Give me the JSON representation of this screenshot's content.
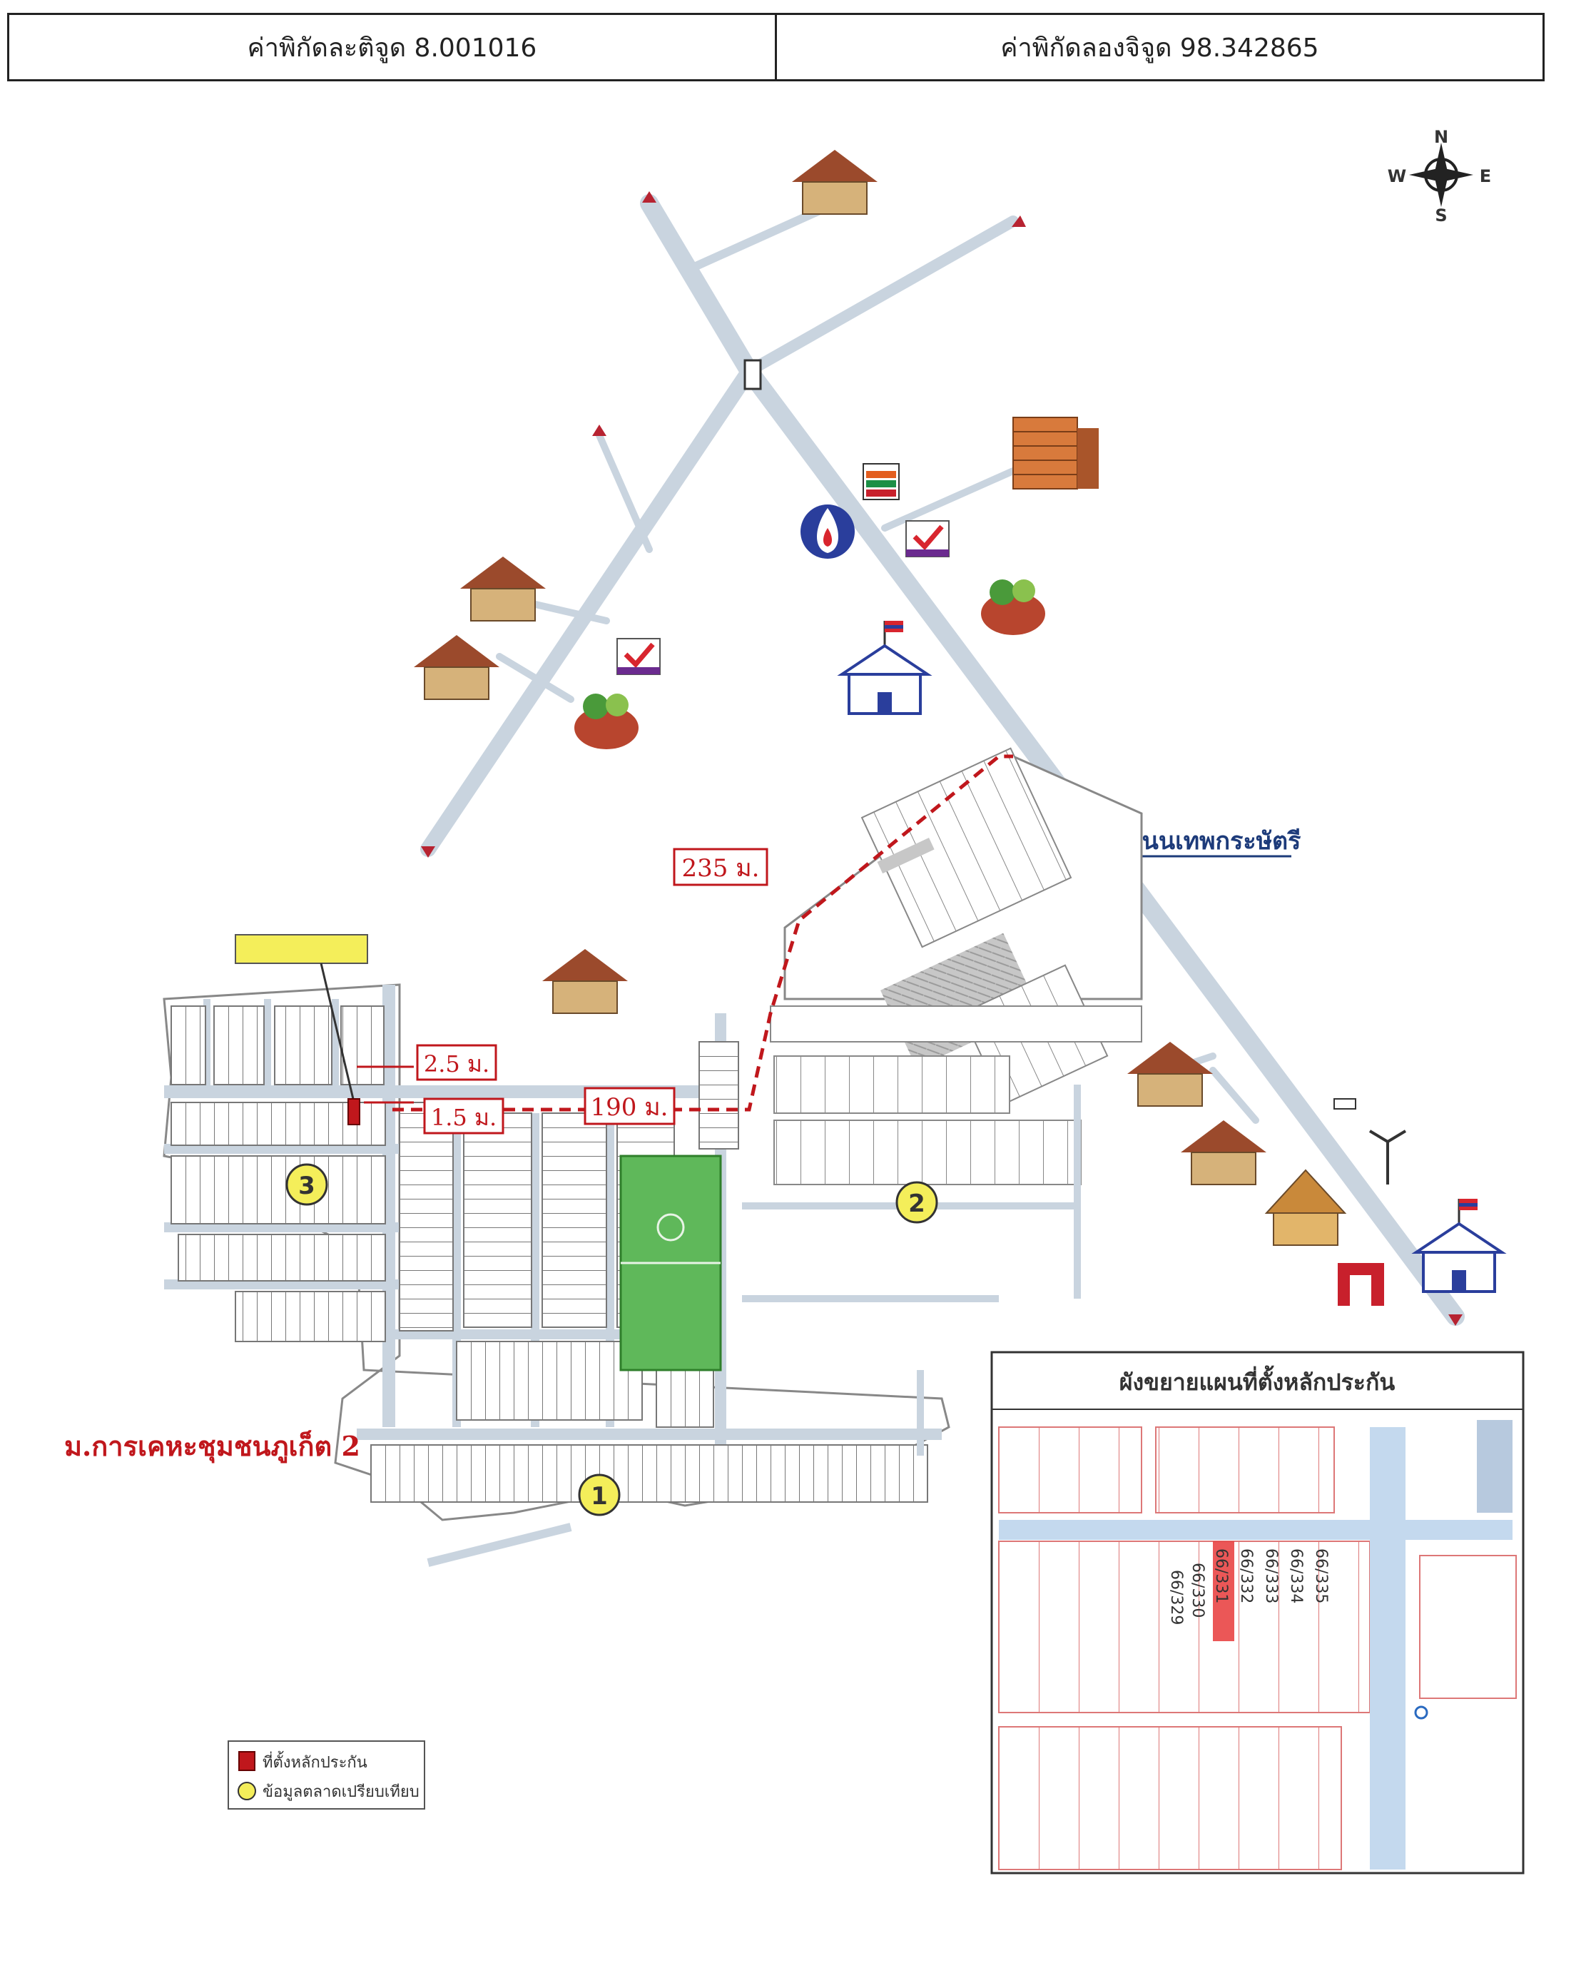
{
  "header": {
    "latitude": "ค่าพิกัดละติจูด 8.001016",
    "longitude": "ค่าพิกัดลองจิจูด 98.342865"
  },
  "compass": {
    "n": "N",
    "s": "S",
    "e": "E",
    "w": "W"
  },
  "roads": {
    "main_road": "ถนนเทพกระษัตรี"
  },
  "distances": {
    "d235": "235 ม.",
    "d190": "190 ม.",
    "d25": "2.5 ม.",
    "d15": "1.5 ม."
  },
  "zones": {
    "z1": "1",
    "z2": "2",
    "z3": "3"
  },
  "village_name": "ม.การเคหะชุมชนภูเก็ต 2",
  "inset": {
    "title": "ผังขยายแผนที่ตั้งหลักประกัน",
    "plots": [
      "66/329",
      "66/330",
      "66/331",
      "66/332",
      "66/333",
      "66/334",
      "66/335"
    ]
  },
  "legend": {
    "collateral": "ที่ตั้งหลักประกัน",
    "comparables": "ข้อมูลตลาดเปรียบเทียบ"
  },
  "colors": {
    "road": "#c9d4df",
    "field": "#5fb85a",
    "red": "#c0171c",
    "marker": "#f4ee5a",
    "lot_line": "#777777"
  }
}
